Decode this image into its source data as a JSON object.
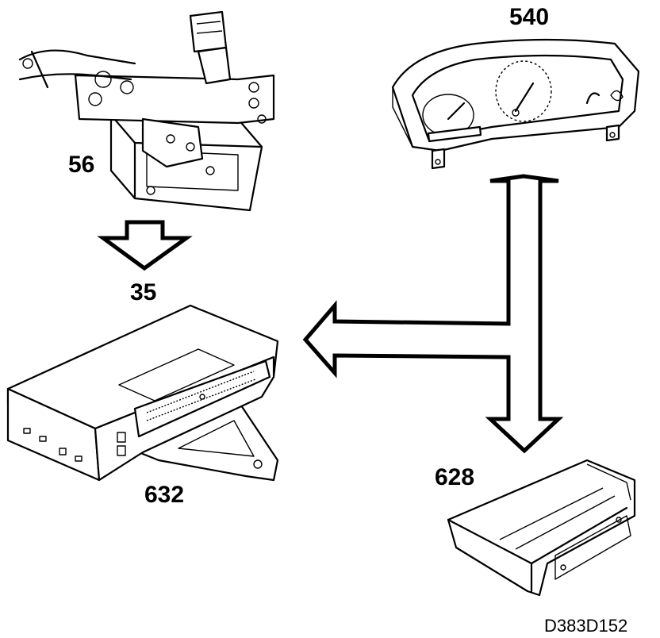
{
  "labels": {
    "component_56": "56",
    "component_540": "540",
    "component_35": "35",
    "component_632": "632",
    "component_628": "628",
    "drawing_ref": "D383D152"
  },
  "icons": {
    "module_56": "ignition-switch-unit-icon",
    "module_540": "instrument-cluster-icon",
    "module_632": "control-module-icon",
    "module_628": "control-module-icon"
  }
}
